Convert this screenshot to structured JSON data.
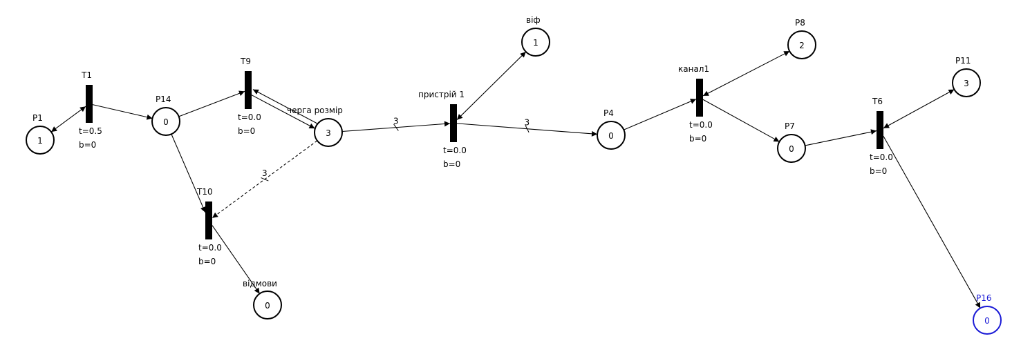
{
  "colors": {
    "line": "#000000",
    "highlight": "#1a1ad6",
    "background": "#ffffff"
  },
  "places": [
    {
      "id": "P1",
      "label": "P1",
      "tokens": "1"
    },
    {
      "id": "P14",
      "label": "P14",
      "tokens": "0"
    },
    {
      "id": "cherga",
      "label": "черга розмір",
      "tokens": "3"
    },
    {
      "id": "vidmovy",
      "label": "відмови",
      "tokens": "0"
    },
    {
      "id": "vif",
      "label": "віф",
      "tokens": "1"
    },
    {
      "id": "P4",
      "label": "P4",
      "tokens": "0"
    },
    {
      "id": "P8",
      "label": "P8",
      "tokens": "2"
    },
    {
      "id": "P7",
      "label": "P7",
      "tokens": "0"
    },
    {
      "id": "P11",
      "label": "P11",
      "tokens": "3"
    },
    {
      "id": "P16",
      "label": "P16",
      "tokens": "0",
      "highlighted": true
    }
  ],
  "transitions": [
    {
      "id": "T1",
      "label": "T1",
      "delay": "t=0.5",
      "priority": "b=0"
    },
    {
      "id": "T9",
      "label": "T9",
      "delay": "t=0.0",
      "priority": "b=0"
    },
    {
      "id": "T10",
      "label": "T10",
      "delay": "t=0.0",
      "priority": "b=0"
    },
    {
      "id": "pristriy",
      "label": "пристрій 1",
      "delay": "t=0.0",
      "priority": "b=0"
    },
    {
      "id": "kanal",
      "label": "канал1",
      "delay": "t=0.0",
      "priority": "b=0"
    },
    {
      "id": "T6",
      "label": "T6",
      "delay": "t=0.0",
      "priority": "b=0"
    }
  ],
  "arcs": [
    {
      "from": "P1",
      "to": "T1",
      "bidirectional": true
    },
    {
      "from": "T1",
      "to": "P14"
    },
    {
      "from": "P14",
      "to": "T9"
    },
    {
      "from": "T9",
      "to": "cherga"
    },
    {
      "from": "cherga",
      "to": "T9"
    },
    {
      "from": "P14",
      "to": "T10"
    },
    {
      "from": "cherga",
      "to": "T10",
      "inhibitor": true,
      "weight": "3"
    },
    {
      "from": "T10",
      "to": "vidmovy"
    },
    {
      "from": "cherga",
      "to": "pristriy",
      "weight": "3"
    },
    {
      "from": "pristriy",
      "to": "vif",
      "bidirectional": true
    },
    {
      "from": "pristriy",
      "to": "P4",
      "weight": "3"
    },
    {
      "from": "P4",
      "to": "kanal"
    },
    {
      "from": "kanal",
      "to": "P8",
      "bidirectional": true
    },
    {
      "from": "kanal",
      "to": "P7"
    },
    {
      "from": "P7",
      "to": "T6"
    },
    {
      "from": "T6",
      "to": "P11",
      "bidirectional": true
    },
    {
      "from": "T6",
      "to": "P16"
    }
  ]
}
